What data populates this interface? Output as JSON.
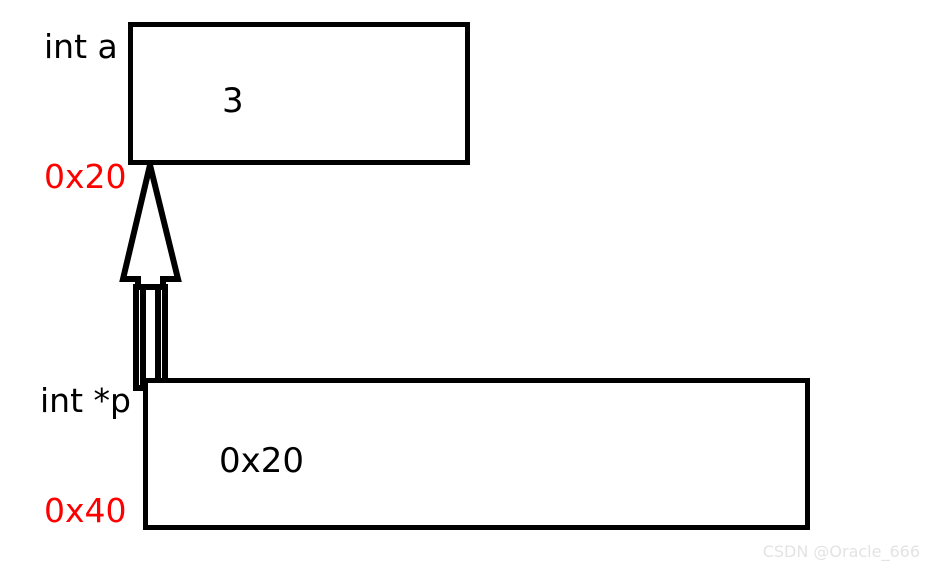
{
  "diagram": {
    "title": "pointer-memory-diagram",
    "background_color": "#ffffff",
    "stroke_color": "#000000",
    "address_color": "#ff0000"
  },
  "variables": [
    {
      "name": "int a",
      "address": "0x20",
      "value": "3"
    },
    {
      "name": "int *p",
      "address": "0x40",
      "value": "0x20"
    }
  ],
  "arrow": {
    "name": "points-to-arrow",
    "direction": "up",
    "from_address": "0x40",
    "to_address": "0x20",
    "style": "hollow-block-arrow"
  },
  "watermark": {
    "text": "CSDN @Oracle_666",
    "color": "#e3e3e3"
  }
}
